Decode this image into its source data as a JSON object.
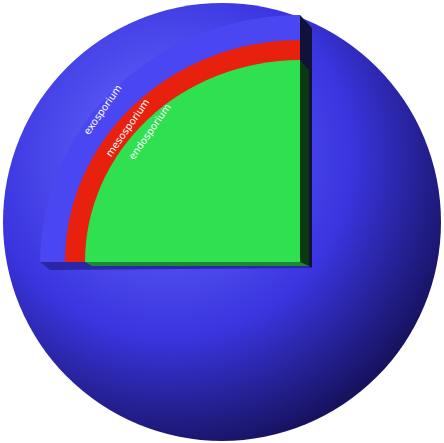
{
  "diagram": {
    "labels": [
      "exosporium",
      "mesosporium",
      "endosporium"
    ]
  }
}
